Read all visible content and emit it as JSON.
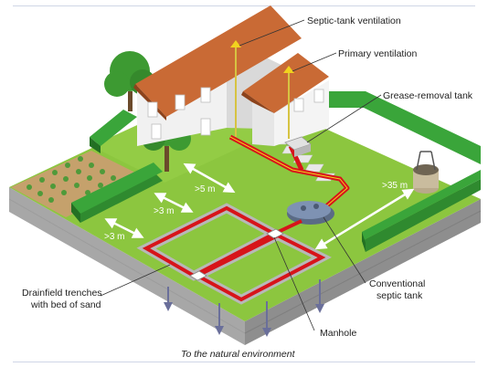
{
  "labels": {
    "septic_ventilation": "Septic-tank ventilation",
    "primary_ventilation": "Primary ventilation",
    "grease_tank": "Grease-removal tank",
    "drainfield_line1": "Drainfield trenches",
    "drainfield_line2": "with bed of sand",
    "conventional_line1": "Conventional",
    "conventional_line2": "septic tank",
    "manhole": "Manhole",
    "natural_environment": "To the natural environment"
  },
  "distances": {
    "d1": ">5 m",
    "d2": ">3 m",
    "d3": ">3 m",
    "d4": ">35 m"
  },
  "colors": {
    "lawn": "#8cc63f",
    "lawn_dark": "#6ea82e",
    "hedge": "#2e8b2e",
    "roof": "#c96a35",
    "pipe": "#d7141a",
    "arrow": "#6a6f9a",
    "soil": "#9a9a9a"
  }
}
